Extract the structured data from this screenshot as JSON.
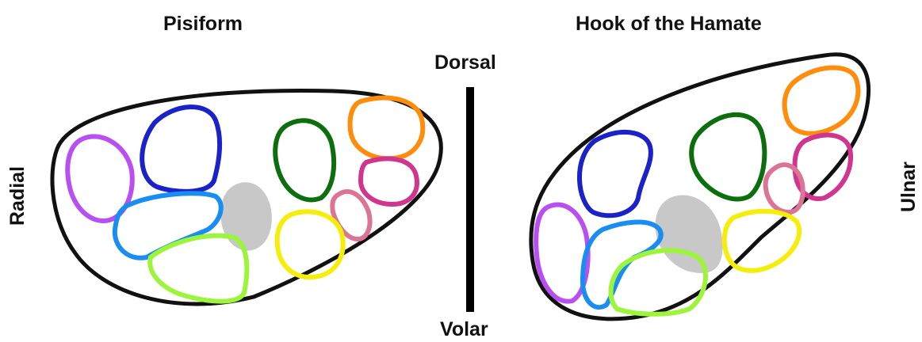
{
  "labels": {
    "left_title": "Pisiform",
    "right_title": "Hook of the Hamate",
    "top": "Dorsal",
    "bottom": "Volar",
    "left_side": "Radial",
    "right_side": "Ulnar"
  },
  "colors": {
    "outline": "#111111",
    "divider": "#000000",
    "gray_region": "#c8c8c8",
    "purple": "#b84ff0",
    "blue": "#1a22c8",
    "light_blue": "#1a8ef0",
    "lime": "#9cf53a",
    "green": "#0d6e0d",
    "orange": "#ff8c0a",
    "magenta": "#d0358f",
    "pink": "#dc7595",
    "yellow": "#f5ee0a"
  }
}
